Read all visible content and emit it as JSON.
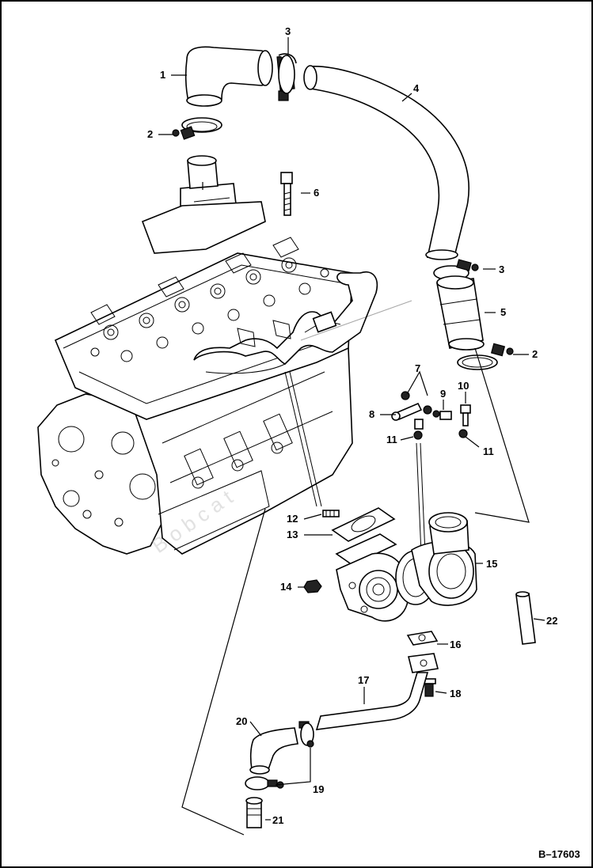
{
  "diagram": {
    "figure_id": "B–17603",
    "callouts": [
      {
        "key": "c1",
        "text": "1"
      },
      {
        "key": "c2a",
        "text": "2"
      },
      {
        "key": "c3a",
        "text": "3"
      },
      {
        "key": "c4",
        "text": "4"
      },
      {
        "key": "c6",
        "text": "6"
      },
      {
        "key": "c3b",
        "text": "3"
      },
      {
        "key": "c5",
        "text": "5"
      },
      {
        "key": "c2b",
        "text": "2"
      },
      {
        "key": "c7",
        "text": "7"
      },
      {
        "key": "c9",
        "text": "9"
      },
      {
        "key": "c10",
        "text": "10"
      },
      {
        "key": "c8",
        "text": "8"
      },
      {
        "key": "c11a",
        "text": "11"
      },
      {
        "key": "c11b",
        "text": "11"
      },
      {
        "key": "c12",
        "text": "12"
      },
      {
        "key": "c13",
        "text": "13"
      },
      {
        "key": "c14",
        "text": "14"
      },
      {
        "key": "c15",
        "text": "15"
      },
      {
        "key": "c22",
        "text": "22"
      },
      {
        "key": "c16",
        "text": "16"
      },
      {
        "key": "c17",
        "text": "17"
      },
      {
        "key": "c18",
        "text": "18"
      },
      {
        "key": "c20",
        "text": "20"
      },
      {
        "key": "c19",
        "text": "19"
      },
      {
        "key": "c21",
        "text": "21"
      }
    ]
  }
}
